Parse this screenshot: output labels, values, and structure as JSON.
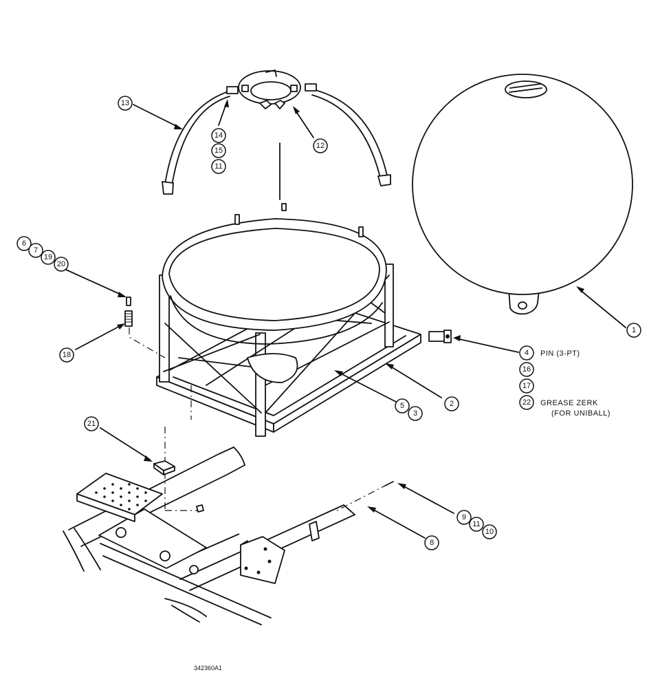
{
  "callouts": {
    "c1": "1",
    "c2": "2",
    "c3": "3",
    "c4": "4",
    "c5": "5",
    "c6": "6",
    "c7": "7",
    "c8": "8",
    "c9": "9",
    "c10": "10",
    "c11a": "11",
    "c11b": "11",
    "c12": "12",
    "c13": "13",
    "c14": "14",
    "c15": "15",
    "c16": "16",
    "c17": "17",
    "c18": "18",
    "c19": "19",
    "c20": "20",
    "c21": "21",
    "c22": "22"
  },
  "notes": {
    "pin": "PIN (3-PT)",
    "grease_line1": "GREASE ZERK",
    "grease_line2": "(FOR UNIBALL)"
  },
  "drawing_number": "342360A1"
}
